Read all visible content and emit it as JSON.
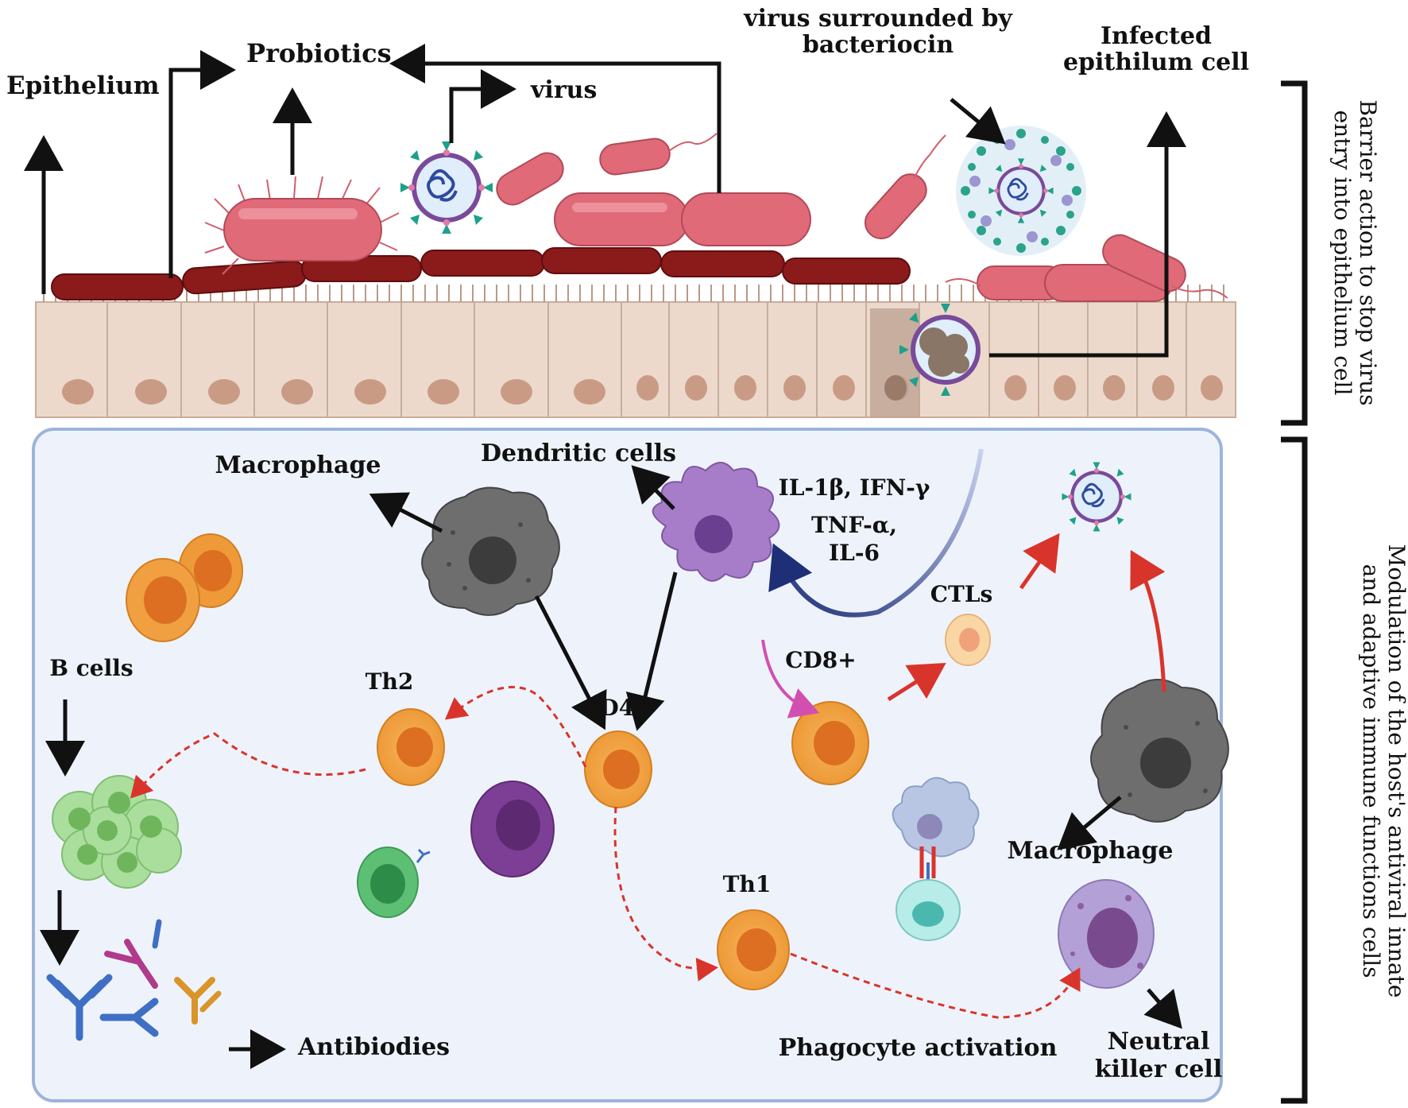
{
  "top_labels": {
    "epithelium": "Epithelium",
    "probiotics": "Probiotics",
    "virus": "virus",
    "virus_bacteriocin_line1": "virus surrounded by",
    "virus_bacteriocin_line2": "bacteriocin",
    "infected_line1": "Infected",
    "infected_line2": "epithilum cell"
  },
  "side_labels": {
    "top_line1": "Barrier action to stop virus",
    "top_line2": "entry into epithelium cell",
    "bottom_line1": "Modulation of the host's antiviral innate",
    "bottom_line2": "and adaptive immune functions cells"
  },
  "immune_labels": {
    "macrophage_top": "Macrophage",
    "dendritic": "Dendritic cells",
    "cytokines_line1": "IL-1β, IFN-γ",
    "cytokines_line2": "TNF-α,",
    "cytokines_line3": "IL-6",
    "ctls": "CTLs",
    "b_cells": "B cells",
    "th2": "Th2",
    "cd4": "CD4+",
    "cd8": "CD8+",
    "th1": "Th1",
    "macrophage_right": "Macrophage",
    "antibodies": "Antibiodies",
    "phagocyte": "Phagocyte activation",
    "nk_line1": "Neutral",
    "nk_line2": "killer cell"
  },
  "colors": {
    "epithelial_cell": "#ecd9cc",
    "epithelial_nucleus": "#c99b85",
    "mucus_layer": "#8b1a1a",
    "probiotic": "#e06a78",
    "immune_panel_bg": "#eef3fb",
    "immune_panel_border": "#9db4da",
    "t_cell": "#f0a040",
    "macrophage_grey": "#6e6e6e",
    "dendritic": "#a77cc9",
    "b_cell_cluster": "#8fd17a",
    "dashed_red": "#d9342b",
    "solid_red": "#d9342b",
    "pink_arrow": "#d24fb0",
    "navy_arrow": "#1e2f78"
  },
  "icons": [
    "virus-icon",
    "bacteria-icon",
    "macrophage-icon",
    "dendritic-cell-icon",
    "t-cell-icon",
    "b-cell-icon",
    "antibody-icon",
    "nk-cell-icon"
  ]
}
